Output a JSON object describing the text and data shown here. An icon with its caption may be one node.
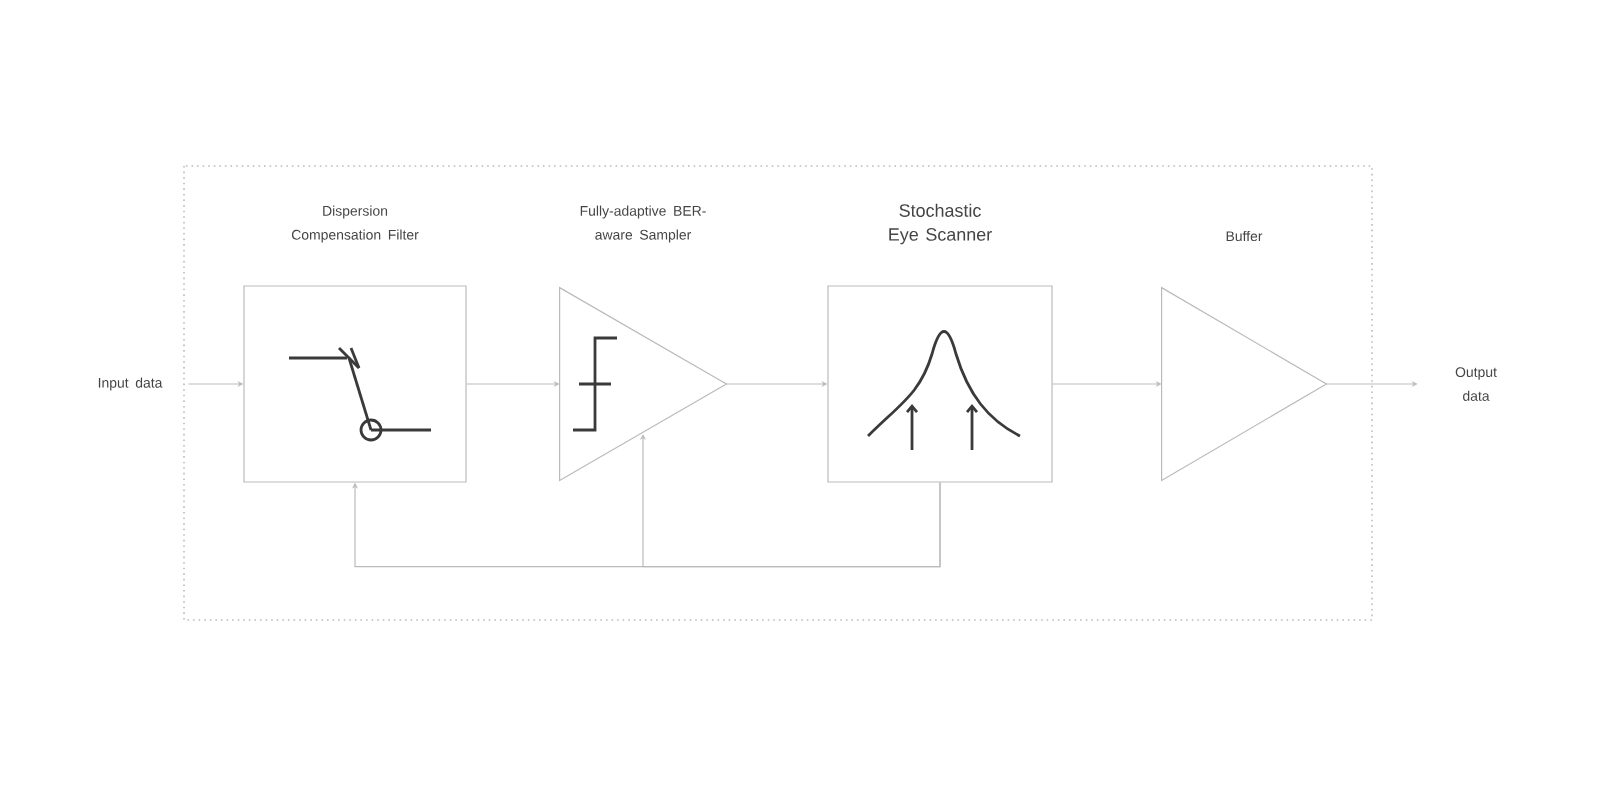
{
  "diagram": {
    "nodes": [
      {
        "text": [
          "Input data"
        ]
      },
      {
        "text": [
          "Dispersion Compensation Filter"
        ]
      },
      {
        "text": [
          "Fully-adaptive BER-aware Sampler"
        ]
      },
      {
        "text": [
          "Stochastic Eye Scanner"
        ]
      },
      {
        "text": [
          "Buffer"
        ]
      },
      {
        "text": [
          "Output data"
        ]
      }
    ],
    "edges": [
      {
        "from": 0,
        "to": 1,
        "arrow": "to"
      },
      {
        "from": 1,
        "to": 2,
        "arrow": "to"
      },
      {
        "from": 2,
        "to": 3,
        "arrow": "to"
      },
      {
        "from": 3,
        "to": 4,
        "arrow": "to"
      },
      {
        "from": 4,
        "to": 5,
        "arrow": "to"
      },
      {
        "from": 3,
        "to": 1,
        "arrow": "to"
      },
      {
        "from": 3,
        "to": 2,
        "arrow": "to"
      }
    ]
  }
}
